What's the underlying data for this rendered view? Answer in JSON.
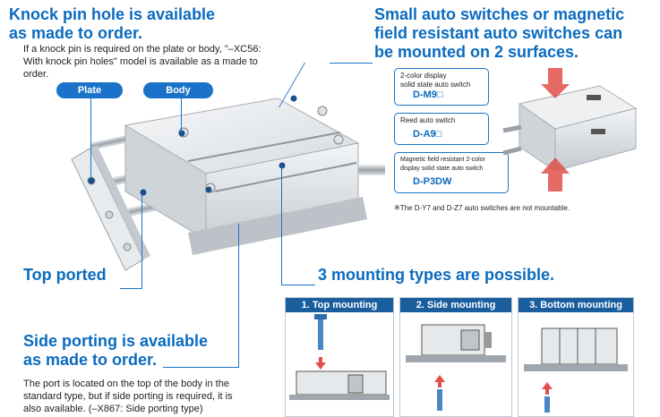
{
  "knock_pin": {
    "title_line1": "Knock pin hole is available",
    "title_line2": "as made to order.",
    "desc_line1": "If a knock pin is required on the plate or body, \"–XC56:",
    "desc_line2": "With knock pin holes\" model is available as a made to",
    "desc_line3": "order.",
    "plate_label": "Plate",
    "body_label": "Body"
  },
  "auto_switch": {
    "title_line1": "Small auto switches or magnetic",
    "title_line2": "field resistant auto switches can",
    "title_line3": "be mounted on 2 surfaces.",
    "items": [
      {
        "desc_line1": "2-color display",
        "desc_line2": "solid state auto switch",
        "code": "D-M9□"
      },
      {
        "desc_line1": "Reed auto switch",
        "desc_line2": "",
        "code": "D-A9□"
      },
      {
        "desc_line1": "Magnetic field resistant 2-color",
        "desc_line2": "display solid state auto switch",
        "code": "D-P3DW"
      }
    ],
    "note": "※The D-Y7 and D-Z7 auto switches are not mountable."
  },
  "top_ported": {
    "title": "Top ported"
  },
  "side_porting": {
    "title_line1": "Side porting is available",
    "title_line2": "as made to order.",
    "desc_line1": "The port is located on the top of the body in the",
    "desc_line2": "standard type, but if side porting is required, it is",
    "desc_line3": "also available. (–X867: Side porting type)"
  },
  "mounting": {
    "title": "3 mounting types are possible.",
    "types": [
      {
        "label": "1. Top mounting"
      },
      {
        "label": "2. Side mounting"
      },
      {
        "label": "3. Bottom mounting"
      }
    ]
  },
  "colors": {
    "accent": "#0a6bbf",
    "pill": "#1a73c8",
    "panel_header": "#1a5e9e",
    "arrow_red": "#e0504a"
  }
}
